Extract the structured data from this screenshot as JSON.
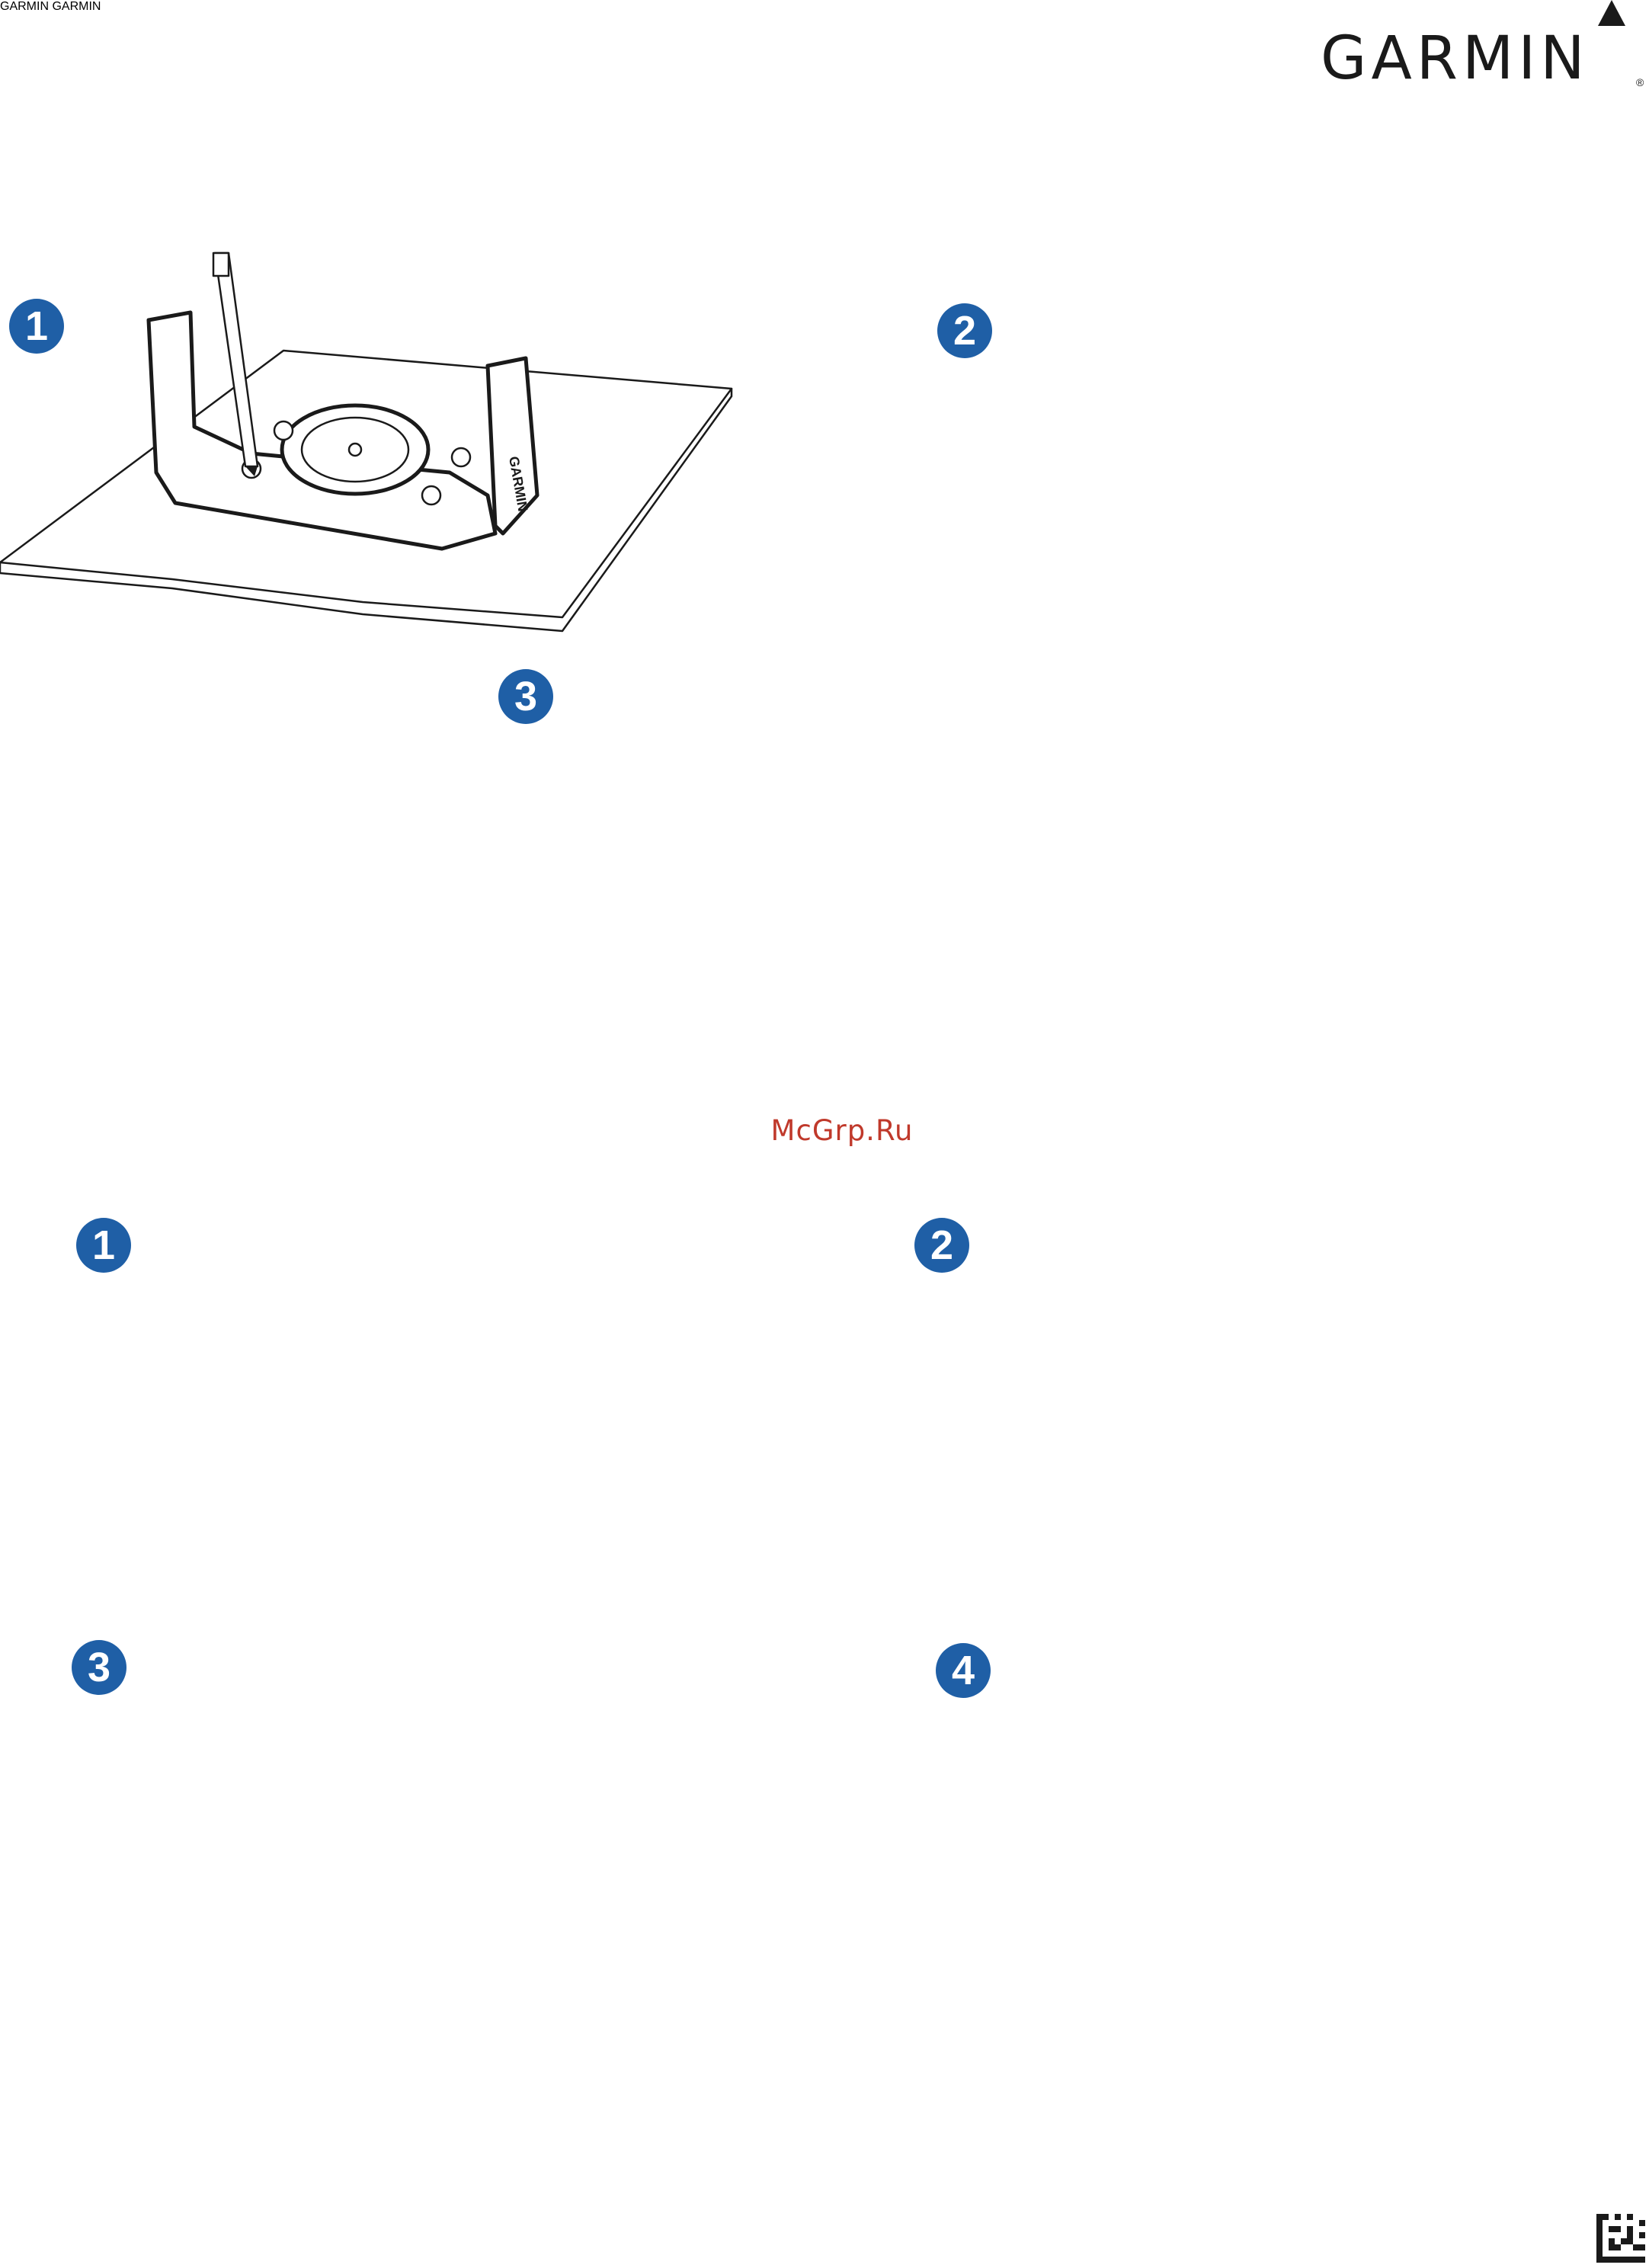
{
  "header": {
    "brand": "GARMIN",
    "registered": "®"
  },
  "watermark": "McGrp.Ru",
  "panels": {
    "top": {
      "steps": [
        "1",
        "2",
        "3"
      ]
    },
    "bottom": {
      "steps": [
        "1",
        "2",
        "3",
        "4"
      ]
    }
  },
  "mount_label": "GARMIN",
  "colors": {
    "badge": "#1f5fa6",
    "arrow": "#1f5fa6",
    "watermark": "#c0392b",
    "line": "#1a1a1a"
  },
  "icons": [
    "pencil-icon",
    "drill-icon",
    "screwdriver-icon",
    "screw-icon",
    "down-arrow-icon"
  ]
}
